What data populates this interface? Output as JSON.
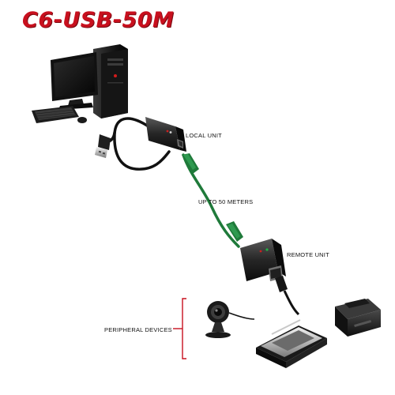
{
  "title": "C6-USB-50M",
  "labels": {
    "local_unit": "LOCAL UNIT",
    "distance": "UP TO 50 METERS",
    "remote_unit": "REMOTE UNIT",
    "peripheral_devices": "PERIPHERAL DEVICES"
  },
  "colors": {
    "title": "#c8101e",
    "ethernet_cable": "#1f7a3a",
    "bracket": "#c8101e"
  },
  "icons": [
    "computer-icon",
    "monitor-icon",
    "keyboard-icon",
    "mouse-icon",
    "usb-plug-icon",
    "local-unit-icon",
    "remote-unit-icon",
    "webcam-icon",
    "scanner-icon",
    "printer-icon"
  ]
}
